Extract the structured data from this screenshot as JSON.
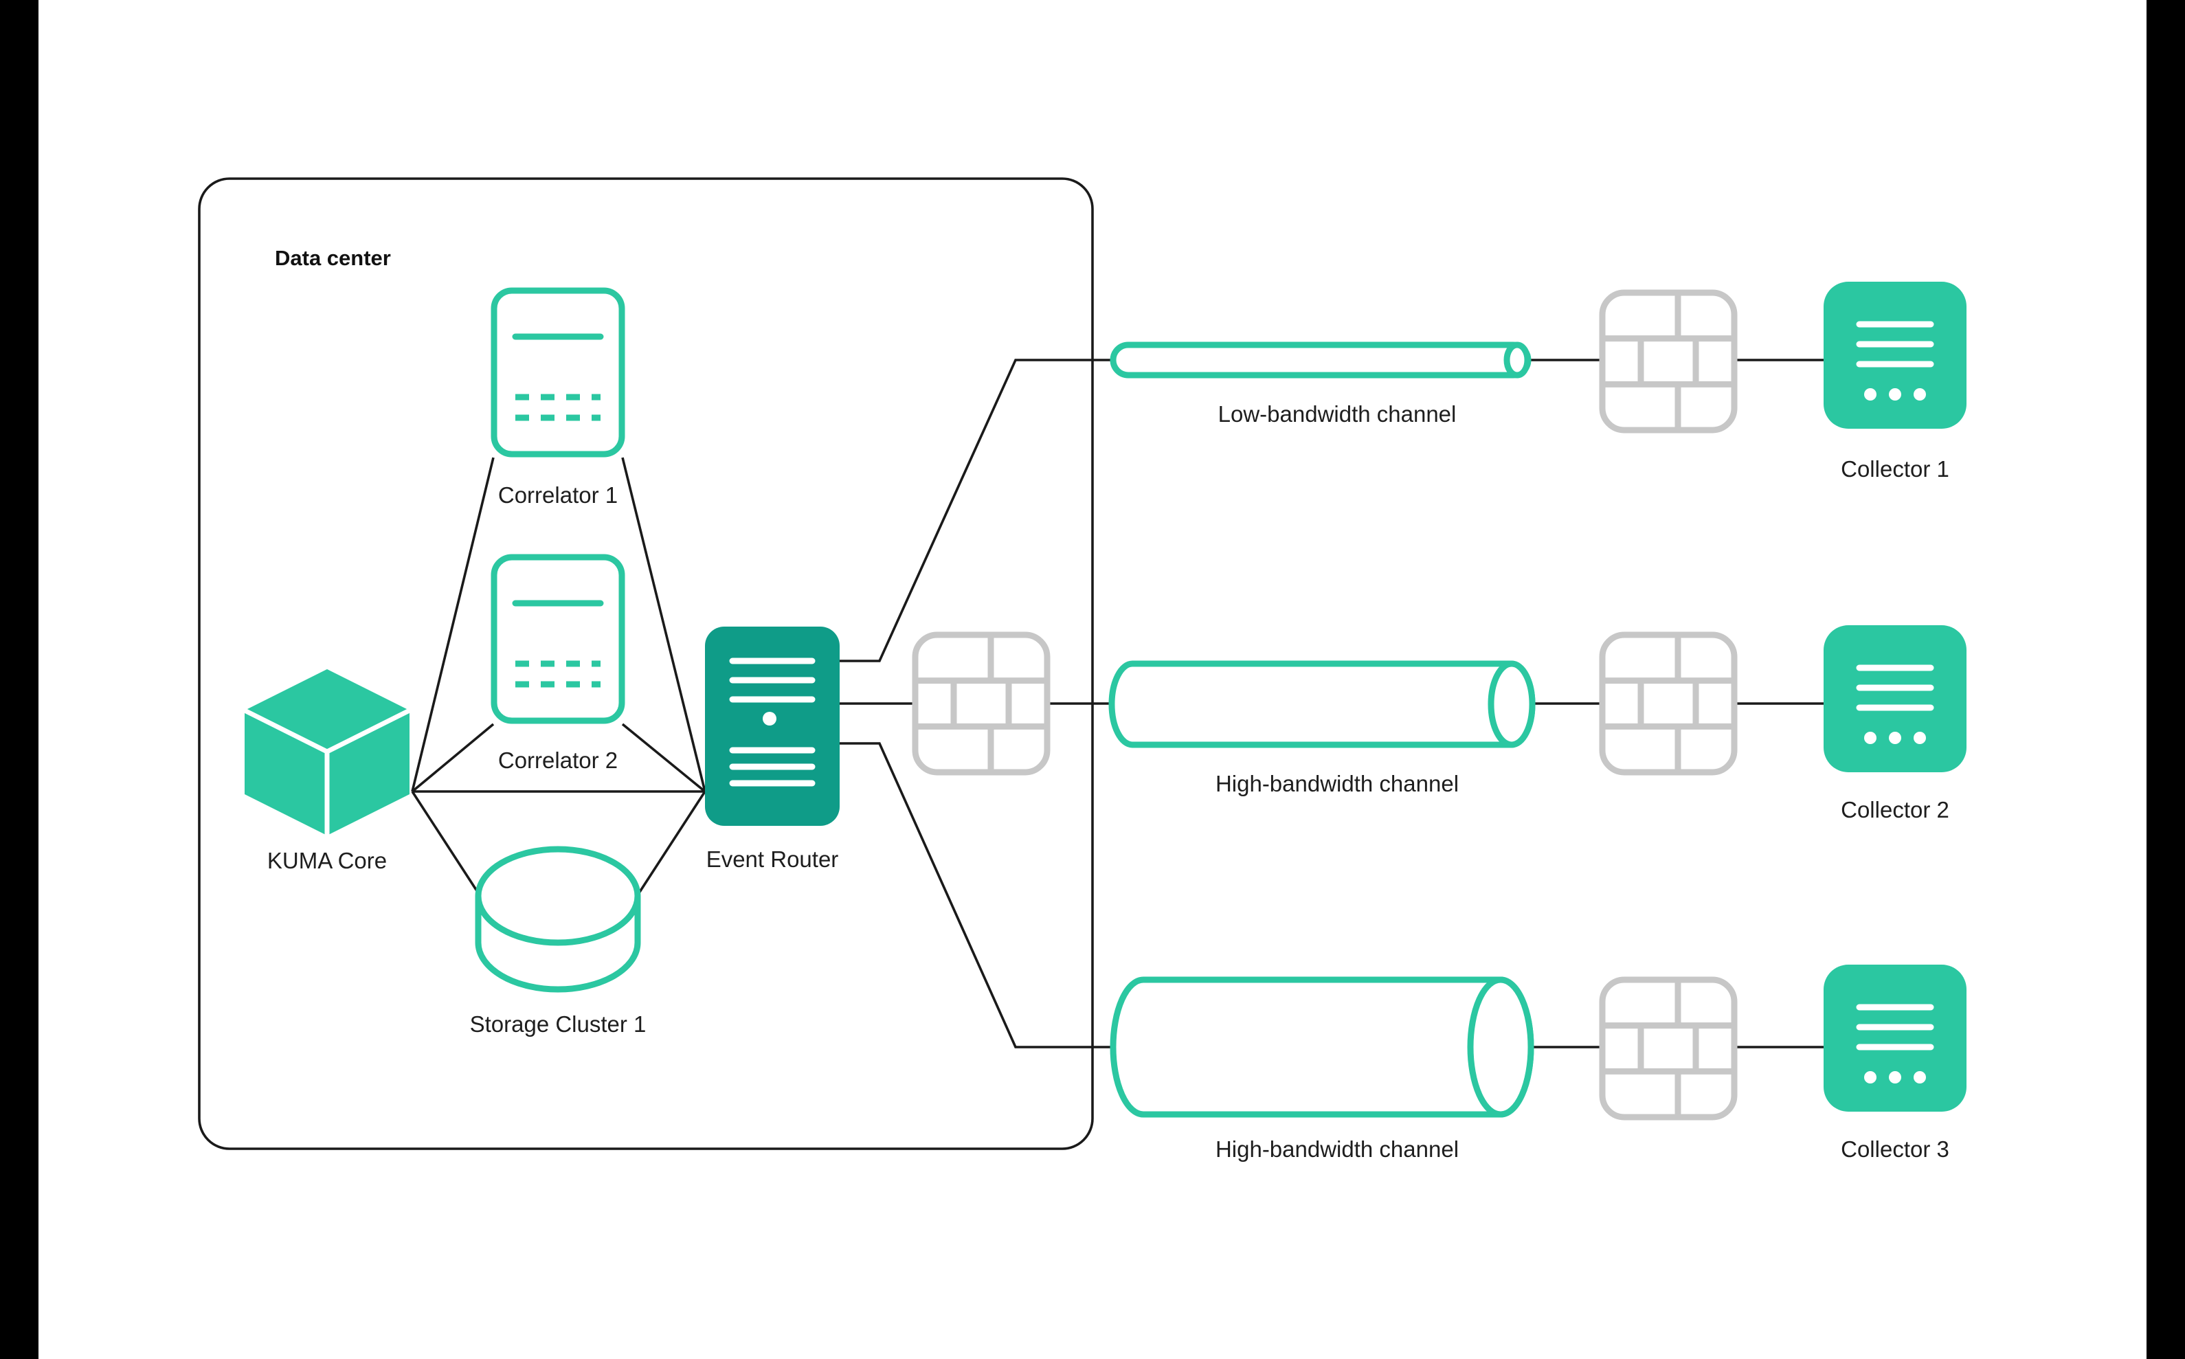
{
  "colors": {
    "teal": "#2BC7A1",
    "teal_dark": "#0F9C88",
    "firewall_gray": "#C7C7C7",
    "line": "#1A1A1A",
    "background": "#FFFFFF",
    "edge_bars": "#000000"
  },
  "datacenter": {
    "label": "Data center",
    "correlator1": "Correlator 1",
    "correlator2": "Correlator 2",
    "kuma_core": "KUMA Core",
    "event_router": "Event Router",
    "storage_cluster": "Storage Cluster 1"
  },
  "channels": {
    "low": "Low-bandwidth channel",
    "high_middle": "High-bandwidth channel",
    "high_bottom": "High-bandwidth channel"
  },
  "collectors": {
    "collector1": "Collector 1",
    "collector2": "Collector 2",
    "collector3": "Collector 3"
  }
}
